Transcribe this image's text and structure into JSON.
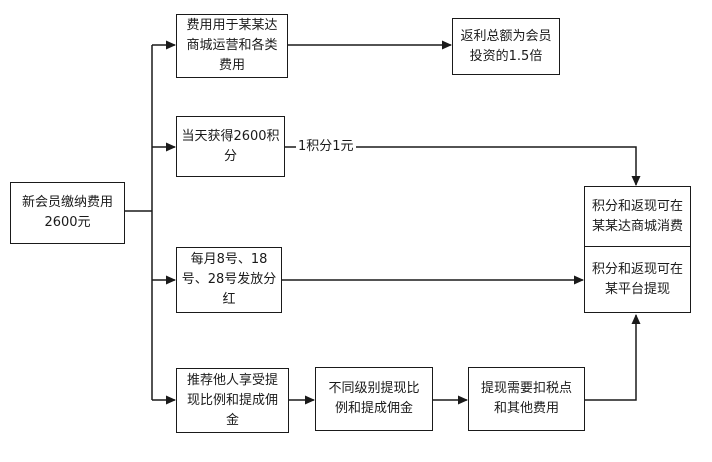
{
  "nodes": {
    "new_member": "新会员缴纳费用\n2600元",
    "fee_usage": "费用用于某某达\n商城运营和各类\n费用",
    "rebate_total": "返利总额为会员\n投资的1.5倍",
    "daily_points": "当天获得2600积\n分",
    "dividend": "每月8号、18\n号、28号发放分\n红",
    "referral": "推荐他人享受提\n现比例和提成佣\n金",
    "levels": "不同级别提现比\n例和提成佣金",
    "withdraw_fees": "提现需要扣税点\n和其他费用",
    "spend_mall": "积分和返现可在\n某某达商城消费",
    "withdraw_platform": "积分和返现可在\n某平台提现"
  },
  "edges": {
    "points_rate_label": "1积分1元"
  }
}
